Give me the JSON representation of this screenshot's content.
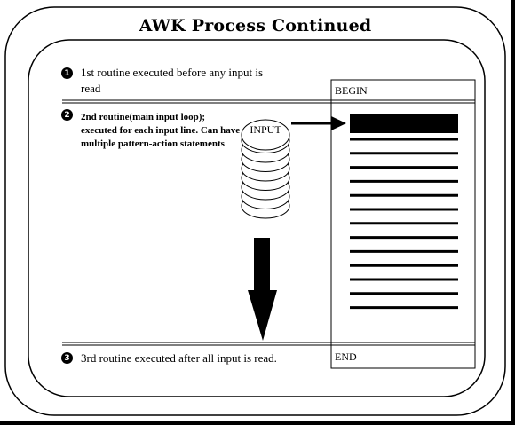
{
  "title": "AWK Process Continued",
  "steps": [
    {
      "number": "1",
      "text": "1st routine executed before any input is read"
    },
    {
      "number": "2",
      "text": "2nd routine(main input loop); executed for each input line. Can have multiple pattern-action statements"
    },
    {
      "number": "3",
      "text": "3rd routine executed after all input is read."
    }
  ],
  "input_label": "INPUT",
  "program_box": {
    "begin_label": "BEGIN",
    "end_label": "END"
  },
  "colors": {
    "foreground": "#000000",
    "background": "#ffffff",
    "border": "#000000"
  }
}
